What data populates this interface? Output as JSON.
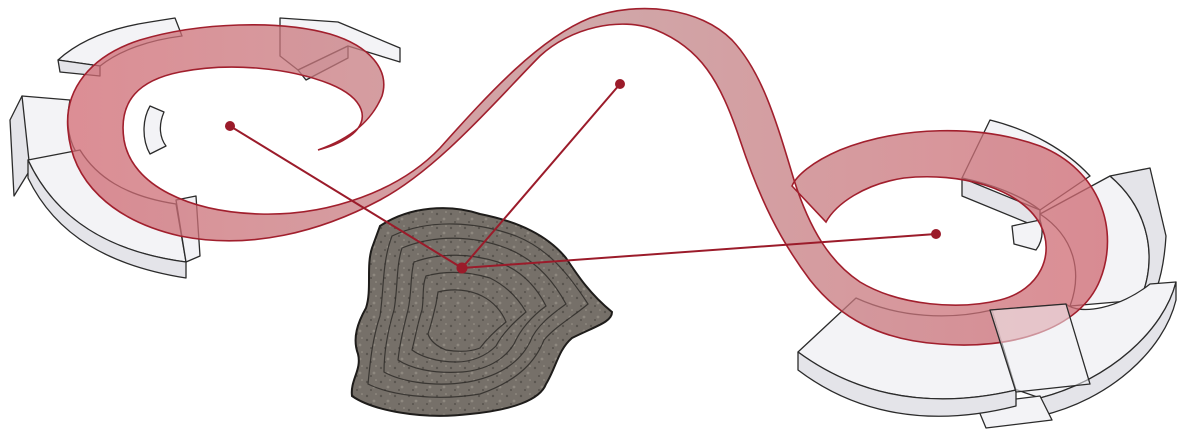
{
  "diagram": {
    "colors": {
      "band_fill": "#c9545f",
      "band_fill_light": "#e3a7ad",
      "band_stroke": "#a11f2d",
      "connector": "#9b1b2a",
      "node": "#9b1b2a",
      "block_fill": "#f3f3f6",
      "block_side": "#e6e6ea",
      "block_stroke": "#2b2b2b",
      "rock_fill": "#6f6a63",
      "rock_dark": "#4d4944",
      "rock_light": "#9c968d"
    },
    "nodes": [
      {
        "id": "left-ring-center"
      },
      {
        "id": "middle-crest"
      },
      {
        "id": "right-ring-center"
      },
      {
        "id": "rock-hub"
      }
    ],
    "connectors": [
      {
        "from": "rock-hub",
        "to": "left-ring-center"
      },
      {
        "from": "rock-hub",
        "to": "middle-crest"
      },
      {
        "from": "rock-hub",
        "to": "right-ring-center"
      }
    ]
  }
}
